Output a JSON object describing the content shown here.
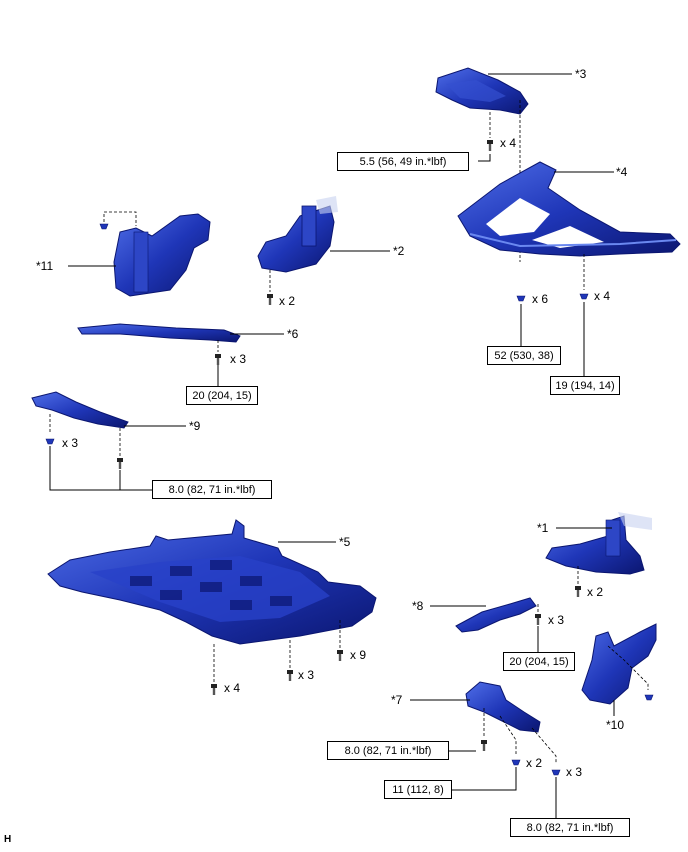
{
  "parts": {
    "p1": "*1",
    "p2": "*2",
    "p3": "*3",
    "p4": "*4",
    "p5": "*5",
    "p6": "*6",
    "p7": "*7",
    "p8": "*8",
    "p9": "*9",
    "p10": "*10",
    "p11": "*11"
  },
  "torques": {
    "t_p3": "5.5 (56, 49 in.*lbf)",
    "t_p4a": "52 (530, 38)",
    "t_p4b": "19 (194, 14)",
    "t_p6": "20 (204, 15)",
    "t_p9": "8.0 (82, 71 in.*lbf)",
    "t_p8": "20 (204, 15)",
    "t_p7a": "8.0 (82, 71 in.*lbf)",
    "t_p7b": "11 (112, 8)",
    "t_p7c": "8.0 (82, 71 in.*lbf)"
  },
  "quantities": {
    "q_p3": "x 4",
    "q_p4a": "x 6",
    "q_p4b": "x 4",
    "q_p2": "x 2",
    "q_p6": "x 3",
    "q_p9": "x 3",
    "q_p5a": "x 4",
    "q_p5b": "x 3",
    "q_p5c": "x 9",
    "q_p1": "x 2",
    "q_p8": "x 3",
    "q_p7a": "x 2",
    "q_p7b": "x 3"
  },
  "footer_code": "H",
  "colors": {
    "part_fill": "#1f36b8",
    "part_dark": "#0b1670",
    "part_light": "#4f6ee8",
    "line": "#000000"
  }
}
